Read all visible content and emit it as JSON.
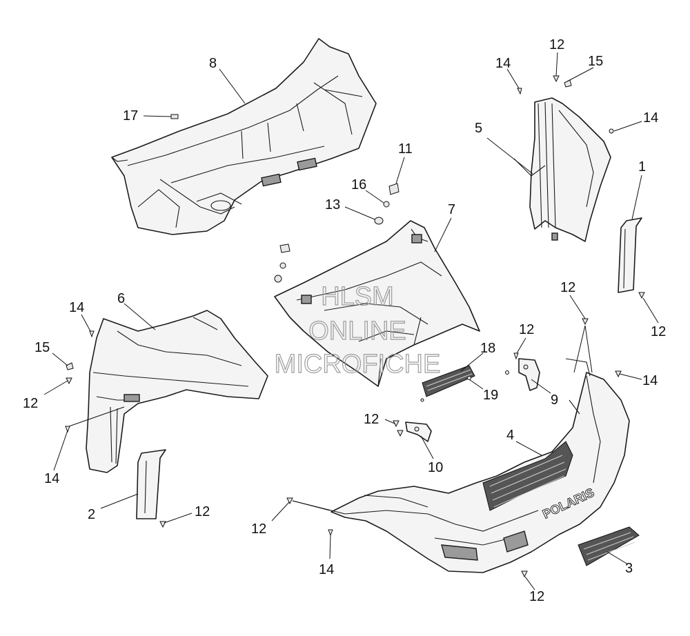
{
  "watermark": [
    "HLSM",
    "ONLINE",
    "MICROFICHE"
  ],
  "callouts": {
    "c1": "1",
    "c2": "2",
    "c3": "3",
    "c4": "4",
    "c5": "5",
    "c6": "6",
    "c7": "7",
    "c8": "8",
    "c9": "9",
    "c10": "10",
    "c11": "11",
    "c12": "12",
    "c13": "13",
    "c14": "14",
    "c15": "15",
    "c16": "16",
    "c17": "17",
    "c18": "18",
    "c19": "19"
  },
  "bumper_logo": "POLARIS",
  "icons": [
    "bolt-icon",
    "clip-icon",
    "nut-icon"
  ]
}
